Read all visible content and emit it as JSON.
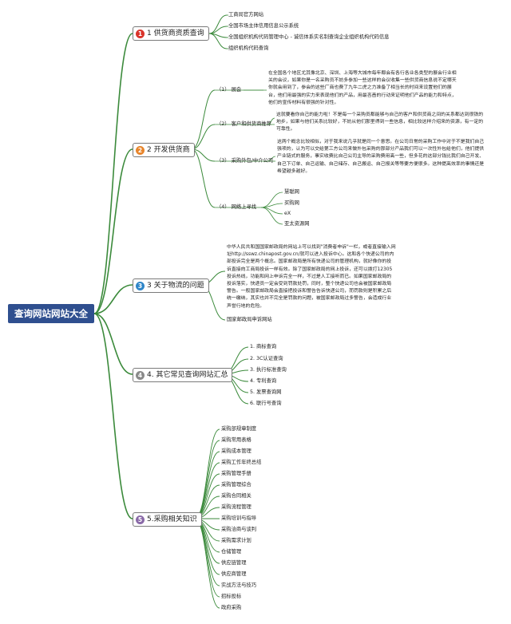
{
  "colors": {
    "root_bg": "#2f4f8f",
    "line": "#3b8a3b",
    "badge_red": "#d9342b",
    "badge_orange": "#e8852b",
    "badge_blue": "#2f86c9",
    "badge_gray": "#8a8a8a",
    "badge_purple": "#8a6aa8"
  },
  "root": {
    "title": "查询网站网站大全"
  },
  "topics": [
    {
      "num": "1",
      "title": "1 供货商资质查询",
      "items": [
        "工商局官方网站",
        "全国市场主体信用信息公示系统",
        "全国组织机构代码管理中心 - 诚信体系实名制查询企业组织机构代码信息",
        "组织机构代码查询"
      ]
    },
    {
      "num": "2",
      "title": "2 开发供货商",
      "subs": [
        {
          "title": "（1） 展会",
          "text": "在全国各个地区尤其像北京、深圳、上海等大城市每年都会有各行各业各类型的展会行业相关的会议，如果你是一名采购员不妨多参加一些这样的会议收集一些供货商信息说不定哪天你就会用到了，参会的这些厂商也费了九牛二虎之力准备了相当长的时间来设置他们的展台，他们用最强的实力来表现他们的产品，用最吝啬的行动来证明他们产品的能力和特点，他们的宣传材料有很强的针对性。"
        },
        {
          "title": "（2） 客户和供货商推荐",
          "text": "这就要看你自己的能力啦！不是每一个采购员都能够与自己的客户和供货商之间的关系都达到很铁的地步，如果与他们关系比较好，不妨从他们那里得到一些信息，相比较这样介绍来的资源，有一定的可靠性。"
        },
        {
          "title": "（3） 采购外包/中介公司",
          "text": "这两个概念比较相似，对于我来说几乎就是同一个意思。在公司日常的采购工作中对于不是我们自己强项的，认为可以交给第三方公司来做外包采购的那部分产品我们可以一次性外包给他们，他们提供产业链式的服务，事实收费比自己公司主导的采购费用高一些，但多花的这部分钱比我们自己开发、自己下订单、自己运输、自己储存、自己搬运、自己报关等等要方便很多。这种提高效率的事情还是希望越多越好。"
        },
        {
          "title": "（4） 网络上寻找",
          "items": [
            "慧聪网",
            "买购网",
            "eX",
            "亚太资源网"
          ]
        }
      ]
    },
    {
      "num": "3",
      "title": "3 关于物流的问题",
      "text": "中华人民共和国国家邮政局的网站上可以找到\"消费者申诉\"一栏，或者直接输入网址http://sswz.chinapost.gov.cn/就可以进入投诉中心。这和各个快递公司的内部投诉完全是两个概念。国家邮政局是所有快递公司的管理机构，就好像你的投诉直接向工商局投诉一样有效。除了国家邮政局的网上投诉，还可以拨打12305投诉热线，功能和网上申诉完全一样，不过是人工接听而已。如果国家邮政局的投诉落实，快递员一定会受到罚款处罚，同时，整个快递公司也会被国家邮政局警告。一般国家邮政局会直接把投诉和警告告诉快递公司，而罚款则是积累之后统一缴纳，其实也并不完全是罚款的问题，被国家邮政局过多警告，会造成行业声誉行地的危险。",
      "items": [
        "国家邮政局申诉网站"
      ]
    },
    {
      "num": "4",
      "title": "4. 其它常见查询网站汇总",
      "items": [
        "1. 商标查询",
        "2. 3C认证查询",
        "3. 执行标准查询",
        "4. 专利查询",
        "5. 发票查询网",
        "6. 联行号查询"
      ]
    },
    {
      "num": "5",
      "title": "5.采购相关知识",
      "items": [
        "采购部规章制度",
        "采购常用表格",
        "采购成本管理",
        "采购工作年终总结",
        "采购管理手册",
        "采购管理综合",
        "采购合同相关",
        "采购流程管理",
        "采购培训与指导",
        "采购洽商与谈判",
        "采购需求计划",
        "仓储管理",
        "供应链管理",
        "供应商管理",
        "实战方法与技巧",
        "招标投标",
        "政府采购"
      ]
    }
  ]
}
